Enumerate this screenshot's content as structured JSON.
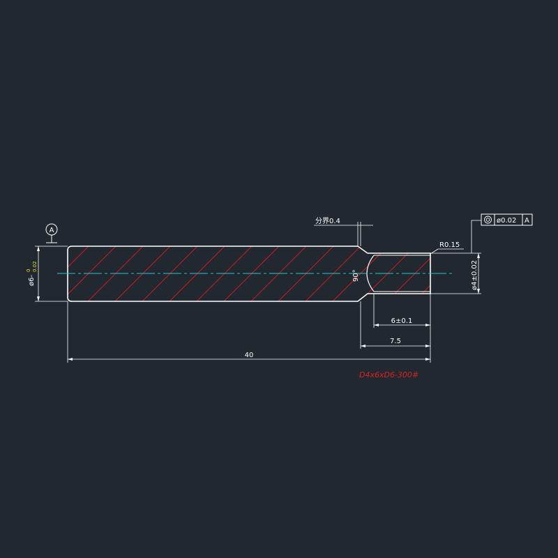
{
  "drawing": {
    "background": "#212830",
    "colors": {
      "outline": "#ffffff",
      "hatch": "#c81e1e",
      "centerline": "#20c8d8",
      "dimension": "#ffffff",
      "tolerance_highlight": "#e6e020",
      "part_number": "#e02020"
    },
    "datum": {
      "letter": "A"
    },
    "dimensions": {
      "total_length": "40",
      "step_length": "7.5",
      "hole_depth": "6±0.1",
      "parting": "分界0.4",
      "fillet": "R0.15",
      "angle": "90°",
      "small_diameter": "ø4±0.02",
      "large_diameter_prefix": "ø6-",
      "large_diameter_upper": "0",
      "large_diameter_lower": "0.02"
    },
    "tolerance_frame": {
      "symbol": "concentricity-icon",
      "value": "ø0.02",
      "datum": "A"
    },
    "part_number": "D4x6xD6-300#"
  }
}
